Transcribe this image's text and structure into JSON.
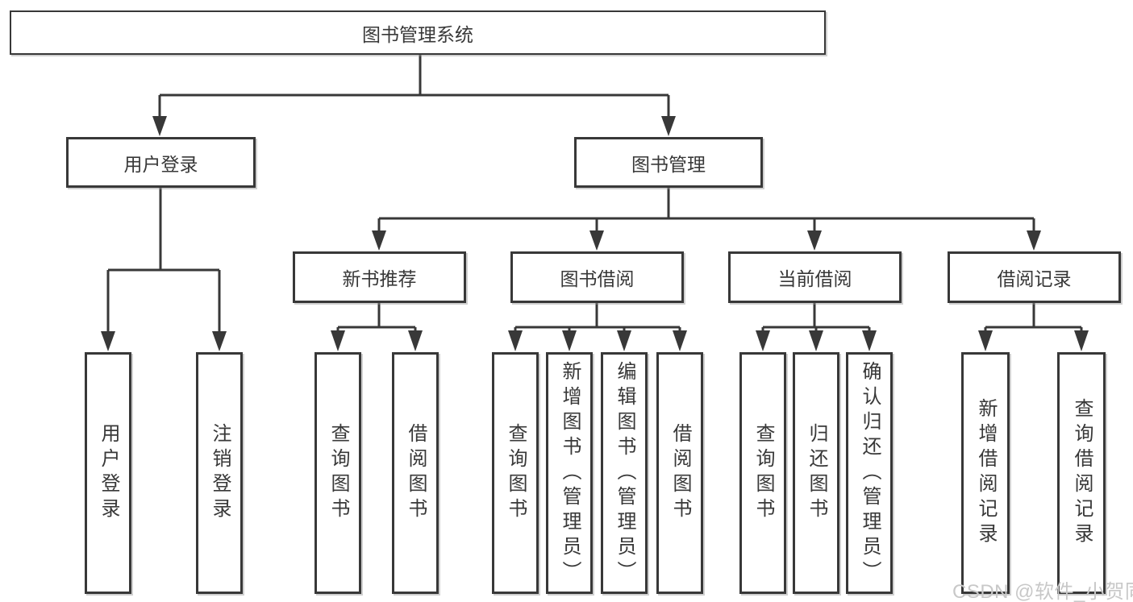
{
  "tree": {
    "root": {
      "label": "图书管理系统"
    },
    "branches": [
      {
        "label": "用户登录",
        "children": [
          "用户登录",
          "注销登录"
        ]
      },
      {
        "label": "图书管理",
        "groups": [
          {
            "label": "新书推荐",
            "children": [
              "查询图书",
              "借阅图书"
            ]
          },
          {
            "label": "图书借阅",
            "children": [
              "查询图书",
              "新增图书（管理员）",
              "编辑图书（管理员）",
              "借阅图书"
            ]
          },
          {
            "label": "当前借阅",
            "children": [
              "查询图书",
              "归还图书",
              "确认归还（管理员）"
            ]
          },
          {
            "label": "借阅记录",
            "children": [
              "新增借阅记录",
              "查询借阅记录"
            ]
          }
        ]
      }
    ]
  },
  "watermark": "CSDN @软件_小贺同学",
  "colors": {
    "line": "#383838",
    "box_border": "#383838",
    "box_fill": "#ffffff",
    "text": "#383838",
    "watermark": "#c8c8c8",
    "background": "#ffffff"
  }
}
